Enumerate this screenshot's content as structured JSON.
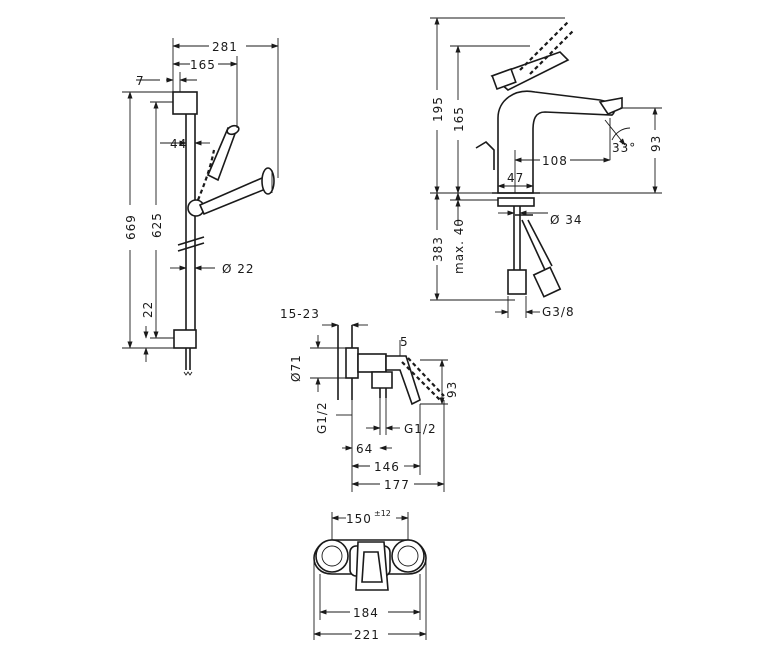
{
  "shower_set": {
    "dim_width_total": "281",
    "dim_head_offset": "165",
    "dim_bar_offset": "7",
    "dim_height_total": "669",
    "dim_height_rail": "625",
    "dim_hose_depth": "44",
    "dim_diameter": "Ø 22",
    "dim_bracket": "22"
  },
  "basin_mixer": {
    "dim_height_lever": "195",
    "dim_height_spout": "165",
    "dim_spout_reach": "108",
    "dim_angle": "33°",
    "dim_spout_height": "93",
    "dim_base": "47",
    "dim_hole": "Ø 34",
    "dim_supply_length": "383",
    "dim_max_thickness": "max. 40",
    "dim_thread": "G3/8"
  },
  "shower_mixer_side": {
    "dim_wall_range": "15-23",
    "dim_rosette_dia": "Ø71",
    "dim_lever_top": "5",
    "dim_lever_drop": "93",
    "dim_thread_left": "G1/2",
    "dim_thread_right": "G1/2",
    "dim_depth_64": "64",
    "dim_depth_146": "146",
    "dim_depth_177": "177"
  },
  "shower_mixer_front": {
    "dim_centers": "150",
    "dim_centers_tol": "±12",
    "dim_inner": "184",
    "dim_outer": "221"
  }
}
